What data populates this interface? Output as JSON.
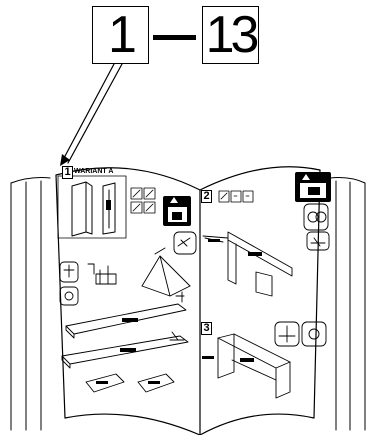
{
  "page_reference": {
    "start_page": "1",
    "end_page": "13"
  },
  "manual": {
    "variant_label": "WARIANT A",
    "steps": [
      {
        "number": "1"
      },
      {
        "number": "2"
      },
      {
        "number": "3"
      }
    ]
  }
}
